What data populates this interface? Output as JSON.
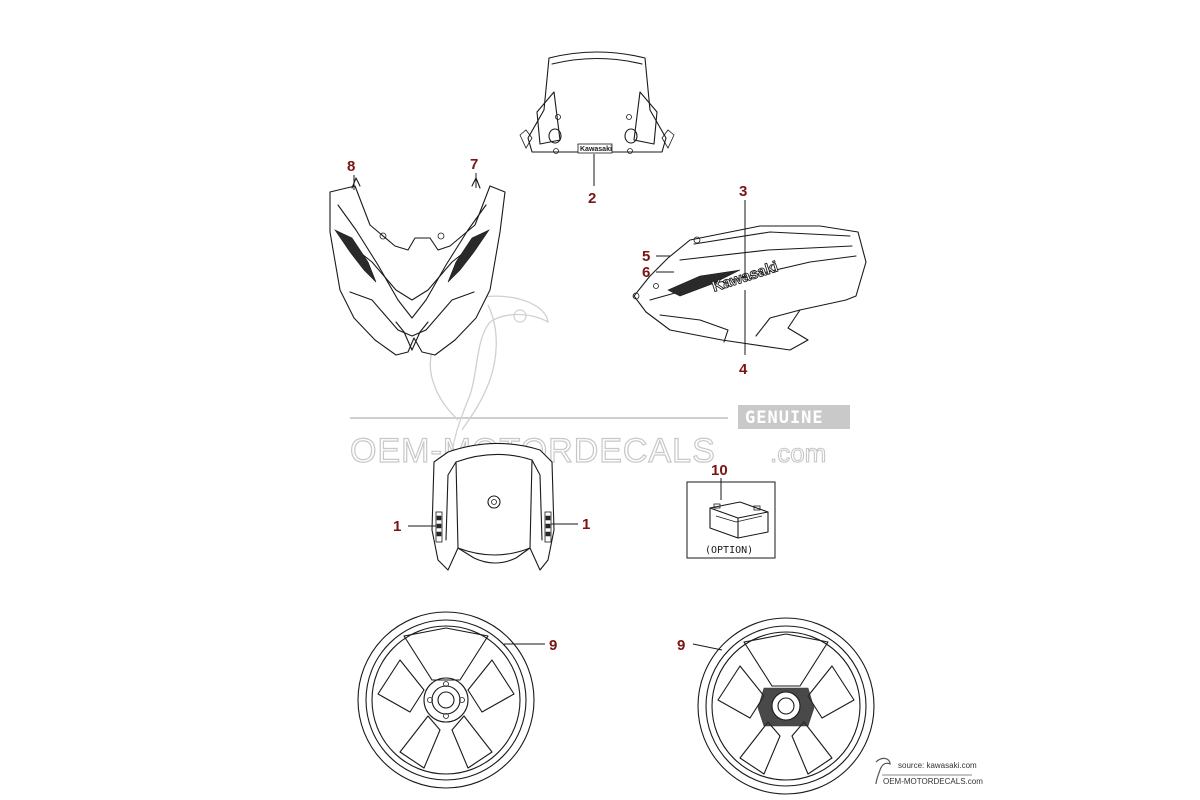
{
  "callouts": {
    "c1_left": "1",
    "c1_right": "1",
    "c2": "2",
    "c3": "3",
    "c4": "4",
    "c5": "5",
    "c6": "6",
    "c7": "7",
    "c8": "8",
    "c9_left": "9",
    "c9_right": "9",
    "c10": "10"
  },
  "labels": {
    "option": "(OPTION)",
    "windscreen_decal": "Kawasaki",
    "tank_logo": "Kawasaki"
  },
  "watermark": {
    "genuine": "GENUINE",
    "site": "OEM-MOTORDECALS",
    "tld": ".com"
  },
  "source": {
    "line1": "source: kawasaki.com",
    "line2": "OEM-MOTORDECALS.com"
  },
  "colors": {
    "callout": "#7a1515",
    "watermark": "#c8c8c8",
    "line": "#1a1a1a"
  }
}
